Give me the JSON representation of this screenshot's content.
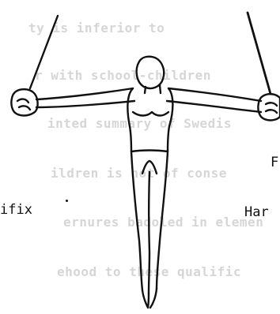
{
  "background_text": {
    "color": "#d6d6d6",
    "lines": [
      "ty is inferior to",
      "r with school-children",
      "inted summary of Swedis",
      "ildren is not of conse",
      "ernures badoled in elemen",
      "ehood to these qualific"
    ]
  },
  "figure": {
    "icon": "gymnast-on-rings-illustration",
    "caption_left": "ifix",
    "caption_right": "Har",
    "caption_edge": "F"
  }
}
